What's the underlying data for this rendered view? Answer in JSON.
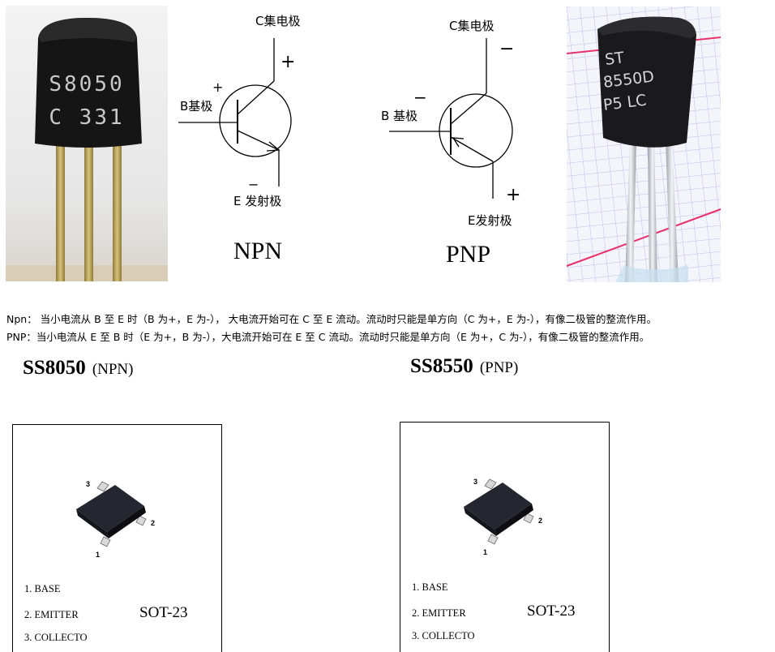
{
  "photo_left": {
    "marking_line1": "S8050",
    "marking_line2": "C 331",
    "body_color": "#151515",
    "lead_color": "#c9b060"
  },
  "photo_right": {
    "marking_line1": "ST",
    "marking_line2": "8550D",
    "marking_line3": "P5 LC",
    "grid_color": "#b8bfe8",
    "red_line_color": "#e8306a"
  },
  "npn_symbol": {
    "collector_label": "C集电极",
    "base_label": "B基极",
    "emitter_label": "E 发射极",
    "collector_sign": "+",
    "base_sign": "+",
    "emitter_sign": "−",
    "title": "NPN"
  },
  "pnp_symbol": {
    "collector_label": "C集电极",
    "base_label": "B 基极",
    "emitter_label": "E发射极",
    "collector_sign": "−",
    "base_sign": "−",
    "emitter_sign": "+",
    "title": "PNP"
  },
  "description": {
    "npn_line": "Npn： 当小电流从 B 至 E 时（B 为+，E 为-）， 大电流开始可在 C 至 E 流动。流动时只能是单方向（C 为+，E 为-），有像二极管的整流作用。",
    "pnp_line": "PNP：当小电流从 E 至 B 时（E 为+，B 为-），大电流开始可在 E 至 C 流动。流动时只能是单方向（E 为+，C 为-），有像二极管的整流作用。"
  },
  "ss8050": {
    "part_name": "SS8050",
    "type": "(NPN)",
    "pin3": "3",
    "pin2": "2",
    "pin1": "1",
    "pin_labels": [
      "1. BASE",
      "2. EMITTER",
      "3. COLLECTO"
    ],
    "package": "SOT-23"
  },
  "ss8550": {
    "part_name": "SS8550",
    "type": "(PNP)",
    "pin3": "3",
    "pin2": "2",
    "pin1": "1",
    "pin_labels": [
      "1. BASE",
      "2. EMITTER",
      "3. COLLECTO"
    ],
    "package": "SOT-23"
  }
}
